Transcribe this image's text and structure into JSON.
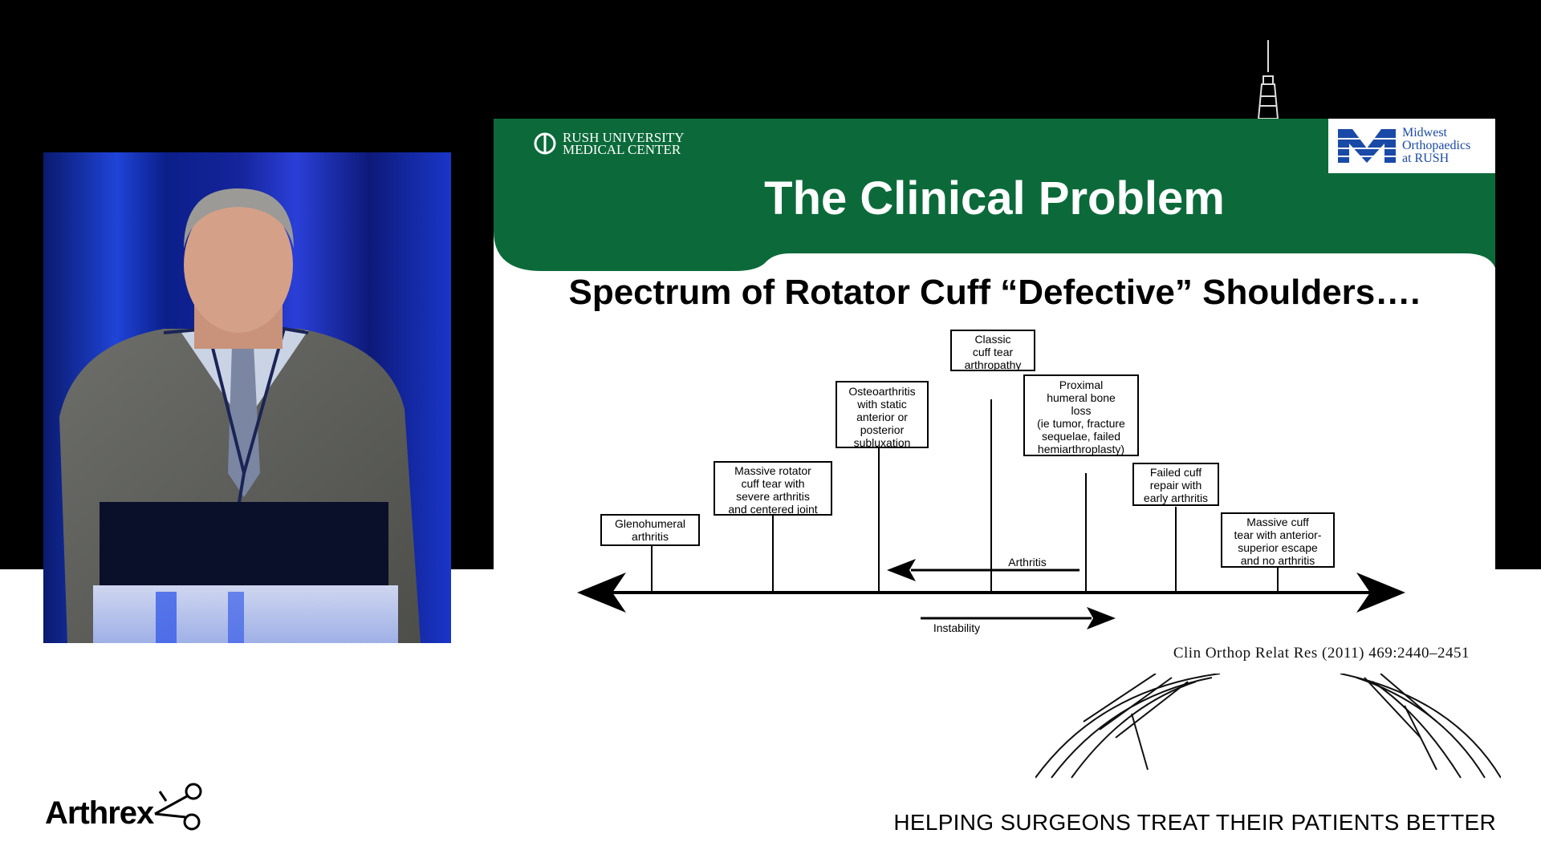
{
  "slide": {
    "rush_logo": {
      "line1": "RUSH UNIVERSITY",
      "line2": "MEDICAL CENTER"
    },
    "midwest_logo": {
      "line1": "Midwest",
      "line2": "Orthopaedics",
      "line3": "at RUSH"
    },
    "title": "The Clinical Problem",
    "subtitle": "Spectrum of Rotator Cuff “Defective” Shoulders….",
    "citation": "Clin Orthop Relat Res (2011) 469:2440–2451",
    "colors": {
      "header_green": "#0c6a3a",
      "white": "#ffffff"
    }
  },
  "diagram": {
    "boxes": [
      {
        "lines": [
          "Glenohumeral",
          "arthritis"
        ]
      },
      {
        "lines": [
          "Massive rotator",
          "cuff tear with",
          "severe arthritis",
          "and centered joint"
        ]
      },
      {
        "lines": [
          "Osteoarthritis",
          "with static",
          "anterior or",
          "posterior",
          "subluxation"
        ]
      },
      {
        "lines": [
          "Classic",
          "cuff tear",
          "arthropathy"
        ]
      },
      {
        "lines": [
          "Proximal",
          "humeral bone",
          "loss",
          "(ie tumor, fracture",
          "sequelae, failed",
          "hemiarthroplasty)"
        ]
      },
      {
        "lines": [
          "Failed cuff",
          "repair with",
          "early arthritis"
        ]
      },
      {
        "lines": [
          "Massive cuff",
          "tear with anterior-",
          "superior escape",
          "and no arthritis"
        ]
      }
    ],
    "arthritis_label": "Arthritis",
    "instability_label": "Instability"
  },
  "footer": {
    "brand": "Arthrex",
    "tagline": "HELPING SURGEONS TREAT THEIR PATIENTS BETTER"
  }
}
